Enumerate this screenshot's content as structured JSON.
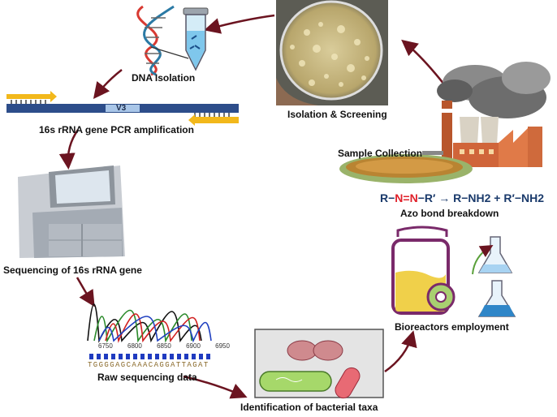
{
  "labels": {
    "dna_isolation": "DNA Isolation",
    "pcr": "16s rRNA gene PCR amplification",
    "v3": "V3",
    "isolation_screening": "Isolation & Screening",
    "sample_collection": "Sample Collection",
    "sequencing": "Sequencing of 16s rRNA gene",
    "raw_data": "Raw sequencing data",
    "identification": "Identification of bacterial taxa",
    "bioreactors": "Bioreactors employment",
    "azo_breakdown": "Azo bond breakdown"
  },
  "formula": {
    "r1": "R−",
    "n_eq_n": "N=N",
    "r2": "−R′ → R−NH2 + R′−NH2"
  },
  "sequence": {
    "bases": "TGGGGAGCAAACAGGATTAGAT",
    "ticks": [
      "6750",
      "6800",
      "6850",
      "6900",
      "6950"
    ]
  },
  "colors": {
    "arrow": "#6b1420",
    "pcr_bar": "#2d4d8a",
    "primer": "#f2b81b",
    "formula": "#1a3a6b",
    "azo": "#e0202a"
  }
}
